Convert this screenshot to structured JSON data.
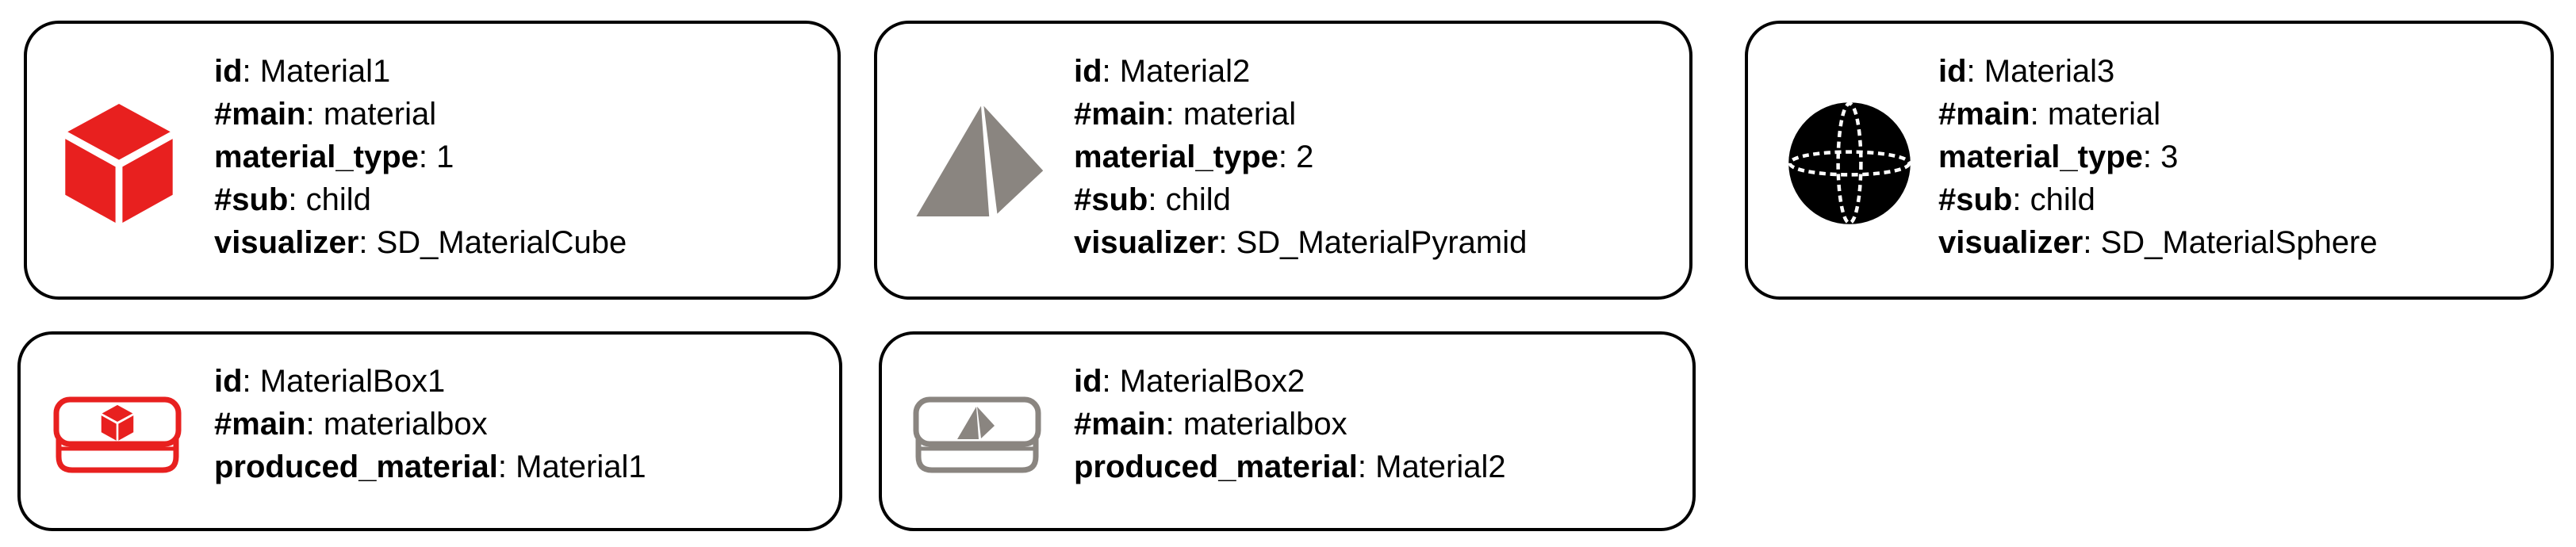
{
  "cards": [
    {
      "icon": "red-cube-icon",
      "color": "#e8201f",
      "fields": [
        {
          "key": "id",
          "value": "Material1"
        },
        {
          "key": "#main",
          "value": "material"
        },
        {
          "key": "material_type",
          "value": "1"
        },
        {
          "key": "#sub",
          "value": "child"
        },
        {
          "key": "visualizer",
          "value": "SD_MaterialCube"
        }
      ]
    },
    {
      "icon": "gray-pyramid-icon",
      "color": "#8a8580",
      "fields": [
        {
          "key": "id",
          "value": "Material2"
        },
        {
          "key": "#main",
          "value": "material"
        },
        {
          "key": "material_type",
          "value": "2"
        },
        {
          "key": "#sub",
          "value": "child"
        },
        {
          "key": "visualizer",
          "value": "SD_MaterialPyramid"
        }
      ]
    },
    {
      "icon": "black-sphere-icon",
      "color": "#000000",
      "fields": [
        {
          "key": "id",
          "value": "Material3"
        },
        {
          "key": "#main",
          "value": "material"
        },
        {
          "key": "material_type",
          "value": "3"
        },
        {
          "key": "#sub",
          "value": "child"
        },
        {
          "key": "visualizer",
          "value": "SD_MaterialSphere"
        }
      ]
    },
    {
      "icon": "red-materialbox-icon",
      "color": "#e8201f",
      "fields": [
        {
          "key": "id",
          "value": "MaterialBox1"
        },
        {
          "key": "#main",
          "value": "materialbox"
        },
        {
          "key": "produced_material",
          "value": "Material1"
        }
      ]
    },
    {
      "icon": "gray-materialbox-icon",
      "color": "#8a8580",
      "fields": [
        {
          "key": "id",
          "value": "MaterialBox2"
        },
        {
          "key": "#main",
          "value": "materialbox"
        },
        {
          "key": "produced_material",
          "value": "Material2"
        }
      ]
    }
  ]
}
